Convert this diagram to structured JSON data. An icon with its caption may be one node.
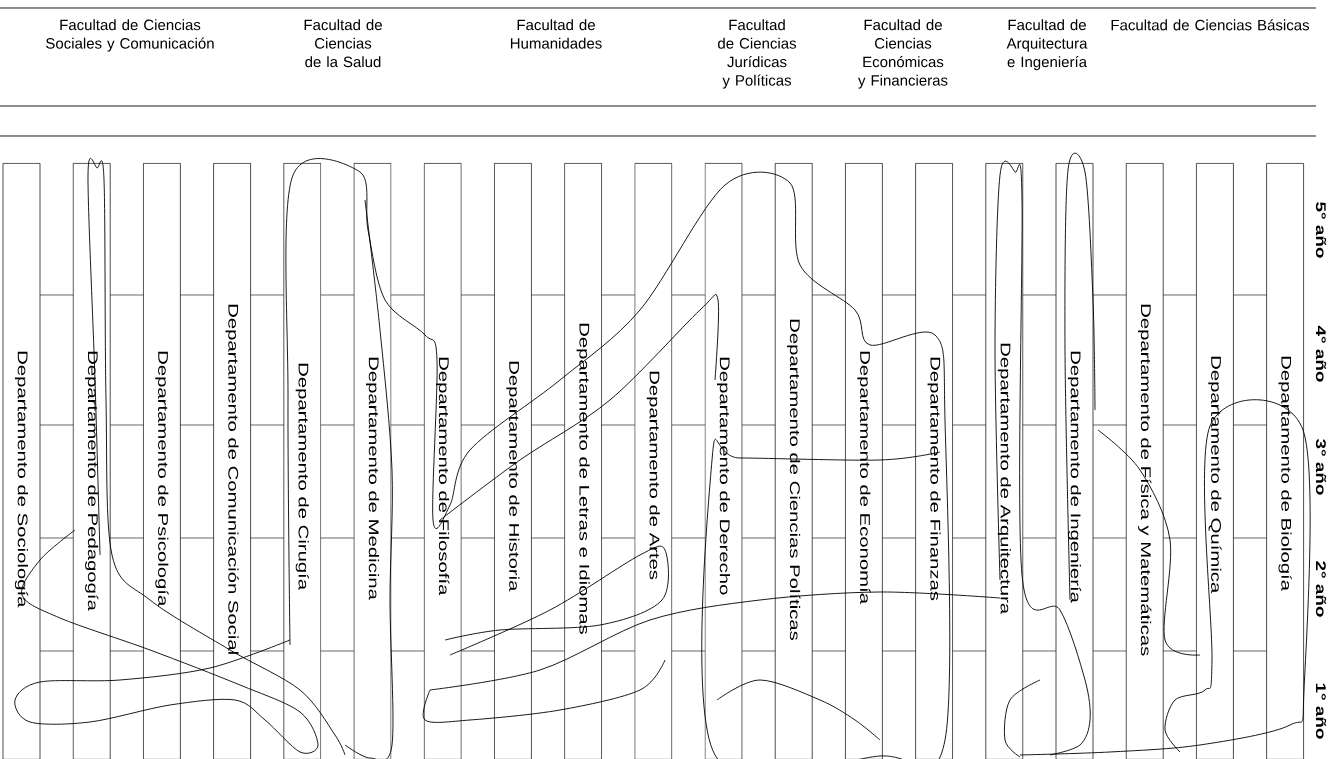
{
  "diagram": {
    "nodes": [
      {
        "text": [
          "Departamento de Sociología"
        ]
      },
      {
        "text": [
          "Departamento de Pedagogía"
        ]
      },
      {
        "text": [
          "Departamento de Psicología"
        ]
      },
      {
        "text": [
          "Departamento de Comunicación Social"
        ]
      },
      {
        "text": [
          "Departamento de Cirugía"
        ]
      },
      {
        "text": [
          "Departamento de Medicina"
        ]
      },
      {
        "text": [
          "Departamento de Filosofía"
        ]
      },
      {
        "text": [
          "Departamento de Historia"
        ]
      },
      {
        "text": [
          "Departamento de Letras e Idiomas"
        ]
      },
      {
        "text": [
          "Departamento de Artes"
        ]
      },
      {
        "text": [
          "Departamento de Derecho"
        ]
      },
      {
        "text": [
          "Departamento de Ciencias Políticas"
        ]
      },
      {
        "text": [
          "Departamento de Economía"
        ]
      },
      {
        "text": [
          "Departamento de Finanzas"
        ]
      },
      {
        "text": [
          "Departamento de Arquitectura"
        ]
      },
      {
        "text": [
          "Departamento de Ingeniería"
        ]
      },
      {
        "text": [
          "Departamento de Física y Matemáticas"
        ]
      },
      {
        "text": [
          "Departamento de Química"
        ]
      },
      {
        "text": [
          "Departamento de Biología"
        ]
      }
    ],
    "labels": [
      "Facultad de Ciencias Sociales y Comunicación",
      "Facultad de Ciencias de la Salud",
      "Facultad de Humanidades",
      "Facultad de Ciencias Jurídicas y Políticas",
      "Facultad de Ciencias Económicas y Financieras",
      "Facultad de Arquitectura e Ingeniería",
      "Facultad de Ciencias Básicas",
      "5° año",
      "4° año",
      "3° año",
      "2° año",
      "1° año"
    ]
  }
}
